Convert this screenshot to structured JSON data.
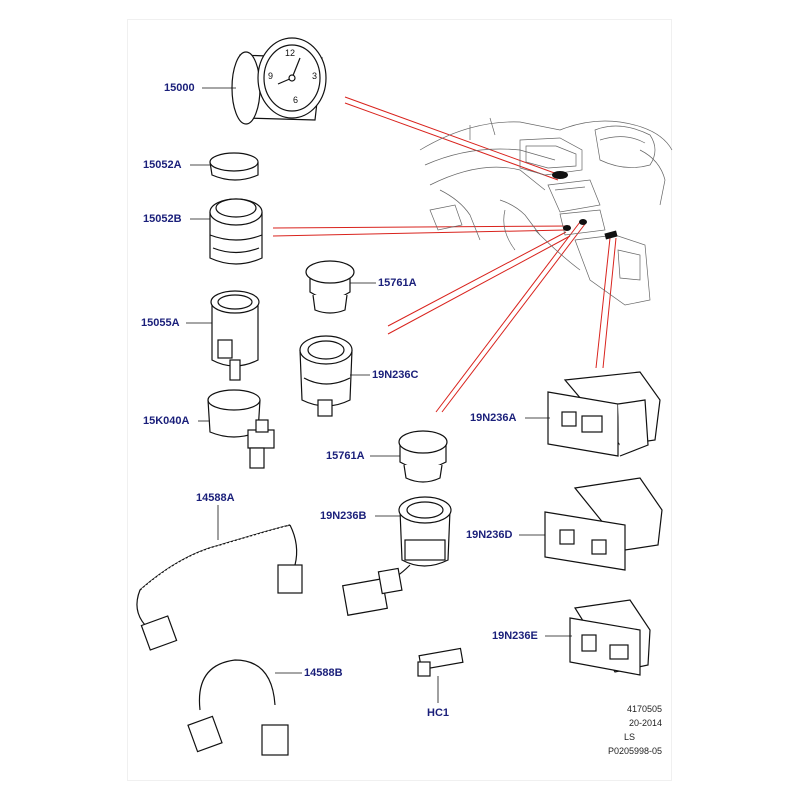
{
  "diagram": {
    "part_labels": {
      "p15000": "15000",
      "p15052A": "15052A",
      "p15052B": "15052B",
      "p15761A_top": "15761A",
      "p15055A": "15055A",
      "p19N236C": "19N236C",
      "p15K040A": "15K040A",
      "p15761A_mid": "15761A",
      "p19N236A": "19N236A",
      "p14588A": "14588A",
      "p19N236B": "19N236B",
      "p19N236D": "19N236D",
      "p19N236E": "19N236E",
      "p14588B": "14588B",
      "pHC1": "HC1"
    },
    "reference": {
      "line1": "4170505",
      "line2": "20-2014",
      "line3": "LS",
      "line4": "P0205998-05"
    }
  },
  "colors": {
    "label_text": "#1a1f7a",
    "callout_lines": "#d9231d",
    "line_art": "#111111"
  }
}
